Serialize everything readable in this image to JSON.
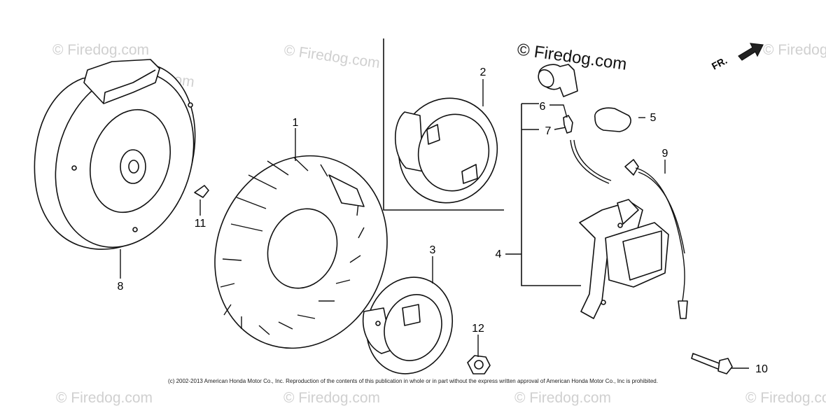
{
  "watermarks": [
    "© Firedog.com",
    "© Firedog.com",
    "© Firedog.com",
    "© Firedog.com",
    "© Firedog.com",
    "© Firedog.com",
    "© Firedog.com",
    "© Firedog.com"
  ],
  "brand_watermark": "© Firedog.com",
  "direction_label": "FR.",
  "callouts": {
    "c1": "1",
    "c2": "2",
    "c3": "3",
    "c4": "4",
    "c5": "5",
    "c6": "6",
    "c7": "7",
    "c8": "8",
    "c9": "9",
    "c10": "10",
    "c11": "11",
    "c12": "12"
  },
  "copyright": "(c) 2002-2013 American Honda Motor Co., Inc. Reproduction of the contents of this publication in whole or in part without the express written approval of American Honda Motor Co., Inc is prohibited."
}
